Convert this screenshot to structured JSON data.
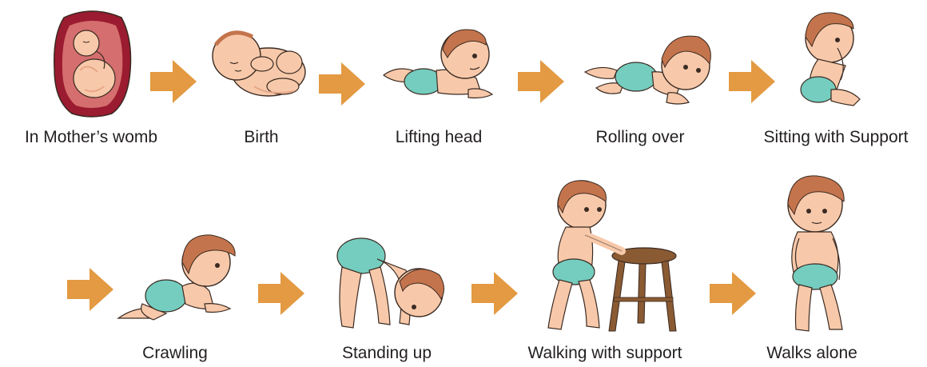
{
  "title": "",
  "colors": {
    "arrow": "#E39A42",
    "skin": "#F7C9AA",
    "skin_shadow": "#E8A888",
    "hair": "#C4744C",
    "diaper": "#74CDBF",
    "outline": "#3A2A22",
    "womb": "#9B1B30",
    "womb_inner": "#D56E6E",
    "stool": "#8A5A32"
  },
  "stages": [
    {
      "label": "In Mother’s womb",
      "icon": "fetus-in-womb-illustration"
    },
    {
      "label": "Birth",
      "icon": "newborn-curled-illustration"
    },
    {
      "label": "Lifting head",
      "icon": "baby-lifting-head-illustration"
    },
    {
      "label": "Rolling over",
      "icon": "baby-rolling-over-illustration"
    },
    {
      "label": "Sitting with Support",
      "icon": "baby-sitting-illustration"
    },
    {
      "label": "Crawling",
      "icon": "baby-crawling-illustration"
    },
    {
      "label": "Standing up",
      "icon": "baby-standing-up-illustration"
    },
    {
      "label": "Walking with support",
      "icon": "baby-walking-with-stool-illustration"
    },
    {
      "label": "Walks alone",
      "icon": "baby-walking-alone-illustration"
    }
  ],
  "arrows": [
    "arrow-right-icon",
    "arrow-right-icon",
    "arrow-right-icon",
    "arrow-right-icon",
    "arrow-right-icon",
    "arrow-right-icon",
    "arrow-right-icon",
    "arrow-right-icon"
  ]
}
